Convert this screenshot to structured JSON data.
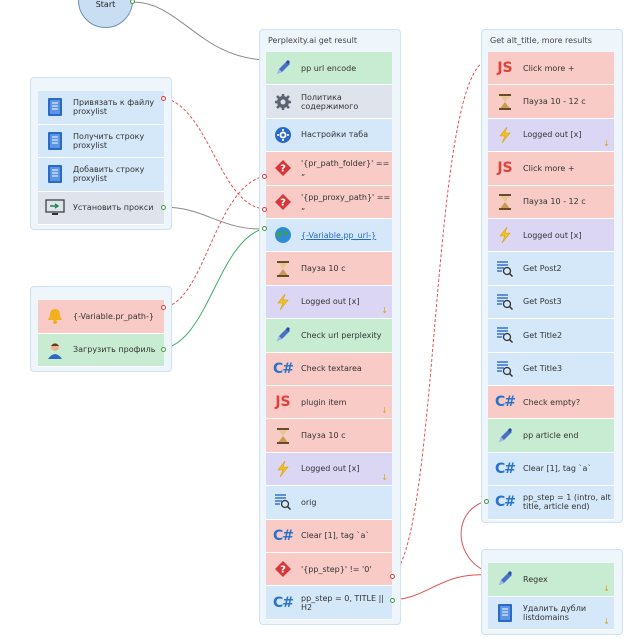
{
  "start": {
    "label": "Start"
  },
  "panels": {
    "left1": {
      "items": [
        {
          "label": "Привязать к файлу proxylist",
          "color": "blue",
          "icon": "notebook-icon"
        },
        {
          "label": "Получить строку proxylist",
          "color": "blue",
          "icon": "notebook-icon"
        },
        {
          "label": "Добавить строку proxylist",
          "color": "blue",
          "icon": "notebook-icon"
        },
        {
          "label": "Установить прокси",
          "color": "gray",
          "icon": "monitor-proxy-icon"
        }
      ]
    },
    "left2": {
      "items": [
        {
          "label": "{-Variable.pr_path-}",
          "color": "red",
          "icon": "bell-icon"
        },
        {
          "label": "Загрузить профиль",
          "color": "green",
          "icon": "user-profile-icon"
        }
      ]
    },
    "middle": {
      "title": "Perplexity.ai get result",
      "items": [
        {
          "label": "pp url encode",
          "color": "green",
          "icon": "pen-icon"
        },
        {
          "label": "Политика содержимого",
          "color": "gray",
          "icon": "gear-icon"
        },
        {
          "label": "Настройки таба",
          "color": "blue",
          "icon": "settings-badge-icon"
        },
        {
          "label": "'{pr_path_folder}' == „",
          "color": "red",
          "icon": "question-diamond-icon"
        },
        {
          "label": "'{pp_proxy_path}' == „",
          "color": "red",
          "icon": "question-diamond-icon"
        },
        {
          "label": "{-Variable.pp_url-}",
          "color": "blue",
          "icon": "globe-icon",
          "link": true
        },
        {
          "label": "Пауза 10 с",
          "color": "red",
          "icon": "hourglass-icon"
        },
        {
          "label": "Logged out [x]",
          "color": "purple",
          "icon": "lightning-icon",
          "arrow": true
        },
        {
          "label": "Check url perplexity",
          "color": "green",
          "icon": "pen-icon"
        },
        {
          "label": "Check textarea",
          "color": "red",
          "icon": "csharp-icon"
        },
        {
          "label": "plugin item",
          "color": "red",
          "icon": "js-icon",
          "arrow": true
        },
        {
          "label": "Пауза 10 с",
          "color": "red",
          "icon": "hourglass-icon"
        },
        {
          "label": "Logged out [x]",
          "color": "purple",
          "icon": "lightning-icon",
          "arrow": true
        },
        {
          "label": "orig",
          "color": "blue",
          "icon": "list-search-icon"
        },
        {
          "label": "Clear [1], tag `a`",
          "color": "red",
          "icon": "csharp-icon"
        },
        {
          "label": "'{pp_step}' != '0'",
          "color": "red",
          "icon": "question-diamond-icon"
        },
        {
          "label": "pp_step = 0, TITLE || H2",
          "color": "blue",
          "icon": "csharp-icon"
        }
      ]
    },
    "right1": {
      "title": "Get alt_title, more results",
      "items": [
        {
          "label": "Click more +",
          "color": "red",
          "icon": "js-icon"
        },
        {
          "label": "Пауза 10 - 12 с",
          "color": "red",
          "icon": "hourglass-icon"
        },
        {
          "label": "Logged out [x]",
          "color": "purple",
          "icon": "lightning-icon",
          "arrow": true
        },
        {
          "label": "Click more +",
          "color": "red",
          "icon": "js-icon"
        },
        {
          "label": "Пауза 10 - 12 с",
          "color": "red",
          "icon": "hourglass-icon"
        },
        {
          "label": "Logged out [x]",
          "color": "purple",
          "icon": "lightning-icon"
        },
        {
          "label": "Get Post2",
          "color": "blue",
          "icon": "list-search-icon"
        },
        {
          "label": "Get Post3",
          "color": "blue",
          "icon": "list-search-icon"
        },
        {
          "label": "Get Title2",
          "color": "blue",
          "icon": "list-search-icon"
        },
        {
          "label": "Get Title3",
          "color": "blue",
          "icon": "list-search-icon"
        },
        {
          "label": "Check empty?",
          "color": "red",
          "icon": "csharp-icon"
        },
        {
          "label": "pp article end",
          "color": "green",
          "icon": "pen-icon"
        },
        {
          "label": "Clear [1], tag `a`",
          "color": "blue",
          "icon": "csharp-icon"
        },
        {
          "label": "pp_step = 1 (intro, alt title, article end)",
          "color": "blue",
          "icon": "csharp-icon"
        }
      ]
    },
    "right2": {
      "items": [
        {
          "label": "Regex",
          "color": "green",
          "icon": "pen-icon",
          "arrow": true
        },
        {
          "label": "Удалить дубли listdomains",
          "color": "blue",
          "icon": "notebook-icon",
          "arrow": true
        }
      ]
    }
  }
}
